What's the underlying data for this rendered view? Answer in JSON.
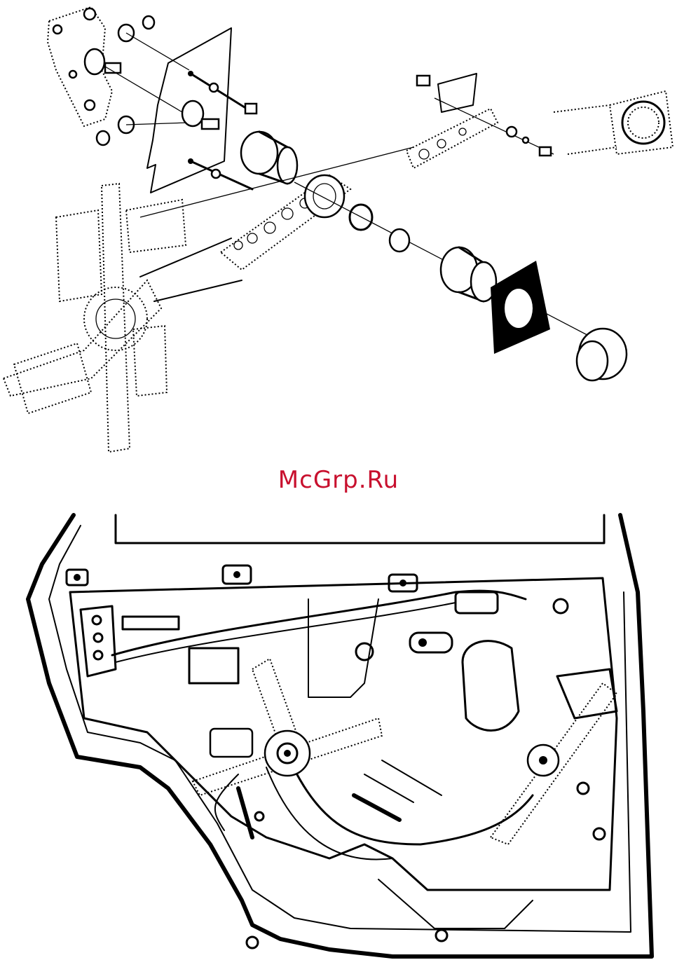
{
  "watermark": {
    "text": "McGrp.Ru",
    "color": "#c8102e"
  },
  "figures": {
    "top": {
      "kind": "exploded-view",
      "subject": "window-regulator-motor-assembly"
    },
    "bottom": {
      "kind": "installed-view",
      "subject": "rear-door-inner-panel-window-regulator"
    }
  }
}
